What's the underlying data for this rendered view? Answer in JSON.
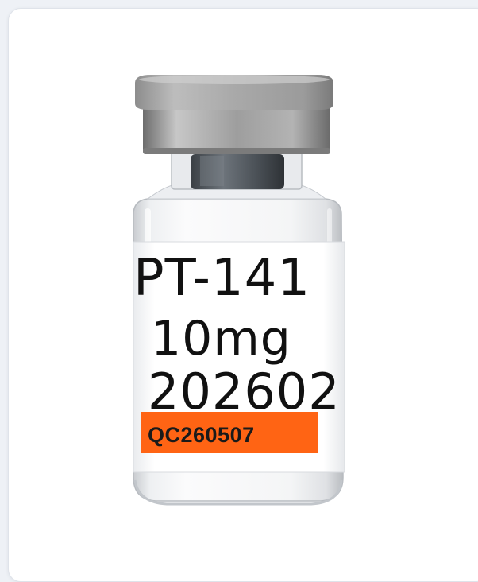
{
  "vial": {
    "label_lines": [
      "PT-141",
      "10mg",
      "202602"
    ],
    "qc_code": "QC260507",
    "qc_band_color": "#ff6414",
    "cap_color": "#9a9a9a"
  }
}
